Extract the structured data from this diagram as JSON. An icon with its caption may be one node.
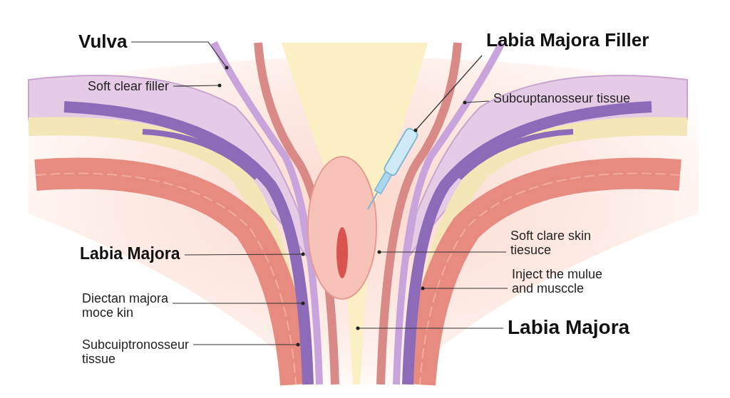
{
  "diagram": {
    "nodes": [
      {
        "text": [
          "Vulva"
        ]
      },
      {
        "text": [
          "Labia Majora Filler"
        ]
      },
      {
        "text": [
          "Soft clear filler"
        ]
      },
      {
        "text": [
          "Subcuptanosseur tissue"
        ]
      },
      {
        "text": [
          "Soft clare skin tiesuce"
        ]
      },
      {
        "text": [
          "Labia Majora"
        ]
      },
      {
        "text": [
          "Inject the mulue and musccle"
        ]
      },
      {
        "text": [
          "Diectan majora moce kin"
        ]
      },
      {
        "text": [
          "Labia Majora"
        ]
      },
      {
        "text": [
          "Subcuiptronosseur tissue"
        ]
      }
    ],
    "edges": [
      {
        "from": 0,
        "to": null,
        "arrow": "other"
      },
      {
        "from": 1,
        "to": null,
        "arrow": "other"
      },
      {
        "from": 2,
        "to": null,
        "arrow": "other"
      },
      {
        "from": 3,
        "to": null,
        "arrow": "other"
      },
      {
        "from": 4,
        "to": null,
        "arrow": "other"
      },
      {
        "from": 5,
        "to": null,
        "arrow": "other"
      },
      {
        "from": 6,
        "to": null,
        "arrow": "other"
      },
      {
        "from": 7,
        "to": null,
        "arrow": "other"
      },
      {
        "from": 8,
        "to": null,
        "arrow": "other"
      },
      {
        "from": 9,
        "to": null,
        "arrow": "other"
      }
    ]
  }
}
